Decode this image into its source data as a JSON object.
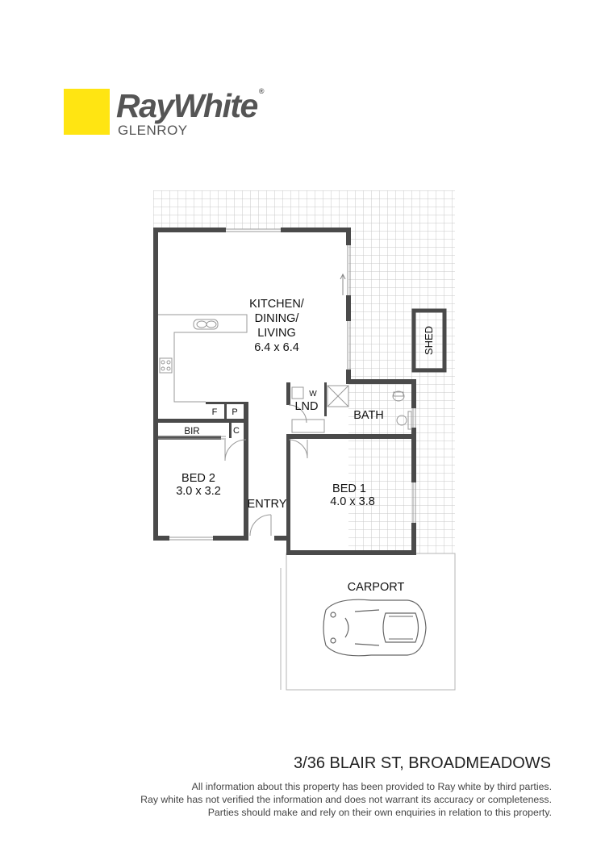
{
  "brand": {
    "name": "RayWhite",
    "registered_mark": "®",
    "branch": "GLENROY",
    "accent_color": "#ffe512",
    "text_color": "#555555"
  },
  "rooms": {
    "kitchen": {
      "lines": [
        "KITCHEN/",
        "DINING/",
        "LIVING"
      ],
      "size": "6.4 x 6.4"
    },
    "bed2": {
      "name": "BED 2",
      "size": "3.0 x 3.2"
    },
    "bed1": {
      "name": "BED 1",
      "size": "4.0 x 3.8"
    },
    "entry": "ENTRY",
    "bath": "BATH",
    "laundry": "LND",
    "washer": "W",
    "fridge": "F",
    "pantry": "P",
    "cupboard": "C",
    "bir": "BIR",
    "shed": "SHED",
    "carport": "CARPORT"
  },
  "plan_colors": {
    "wall": "#4a4a4a",
    "grid": "#c8c8c8",
    "fixture": "#888888"
  },
  "address": "3/36 BLAIR ST, BROADMEADOWS",
  "disclaimer": [
    "All information about this property has been provided to Ray white by third parties.",
    "Ray white has not verified the information and does not warrant its accuracy or completeness.",
    "Parties should make and rely on their own enquiries in relation to this property."
  ]
}
